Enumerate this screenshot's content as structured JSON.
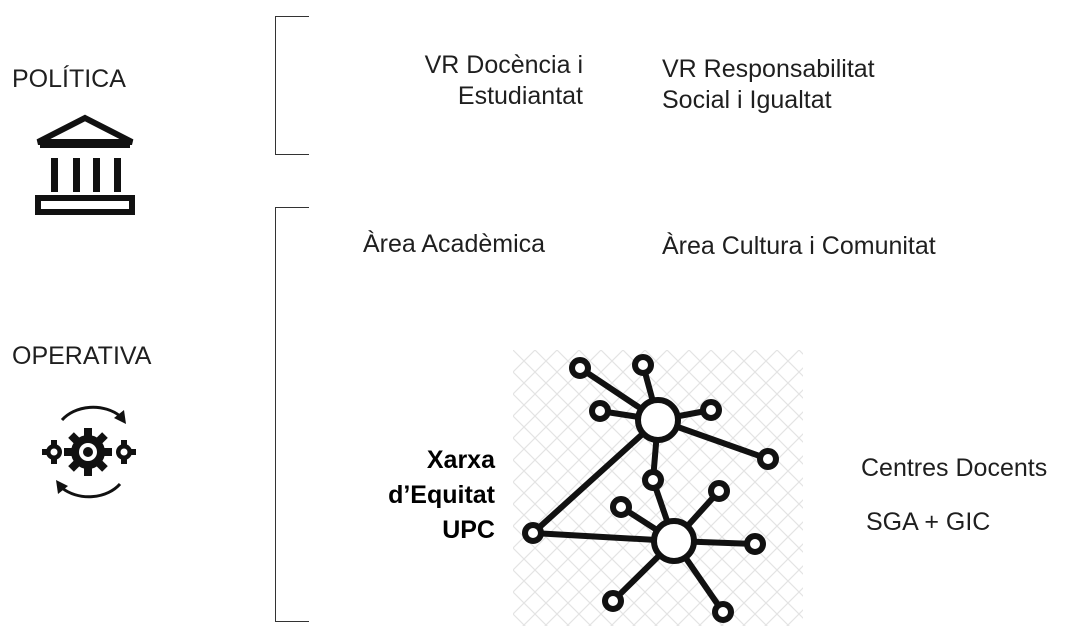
{
  "levels": {
    "politica": "POLÍTICA",
    "operativa": "OPERATIVA"
  },
  "politica_units": {
    "vr_docencia": [
      "VR Docència i",
      "Estudiantat"
    ],
    "vr_responsabilitat": [
      "VR Responsabilitat",
      "Social i Igualtat"
    ]
  },
  "operativa_units": {
    "area_academica": "Àrea Acadèmica",
    "area_cultura": "Àrea Cultura i Comunitat",
    "xarxa": [
      "Xarxa",
      "d’Equitat",
      "UPC"
    ],
    "centres_docents": "Centres Docents",
    "sga_gic": "SGA + GIC"
  },
  "icons": {
    "politica": "government-building-icon",
    "operativa": "gears-cycle-icon",
    "network": "network-graph-icon"
  }
}
